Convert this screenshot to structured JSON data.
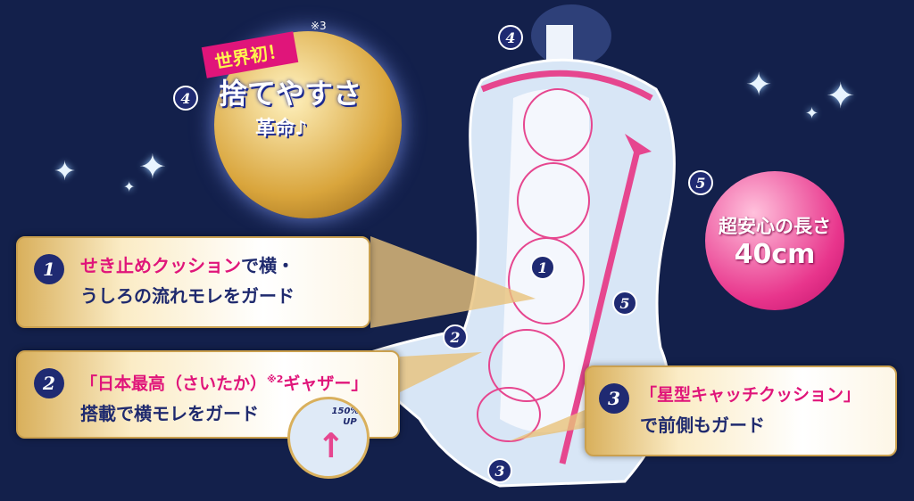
{
  "medallion": {
    "ribbon": "世界初！",
    "note": "※3",
    "title": "捨てやすさ",
    "subtitle": "革命♪"
  },
  "badges": {
    "b1": "1",
    "b2": "2",
    "b3": "3",
    "b4": "4",
    "b5": "5"
  },
  "feature1": {
    "num": "1",
    "highlight": "せき止めクッション",
    "line1_rest": "で横・",
    "line2": "うしろの流れモレをガード"
  },
  "feature2": {
    "num": "2",
    "highlight": "「日本最高（さいたか）",
    "note": "※2",
    "highlight2": "ギャザー」",
    "line2": "搭載で横モレをガード",
    "zoom_label": "150%に UP"
  },
  "feature3": {
    "num": "3",
    "highlight": "「星型キャッチクッション」",
    "line2": "で前側もガード"
  },
  "length": {
    "line1": "超安心の長さ",
    "line2": "40cm"
  },
  "colors": {
    "background": "#13204b",
    "accent": "#e0157a",
    "gold": "#d9b05c"
  }
}
